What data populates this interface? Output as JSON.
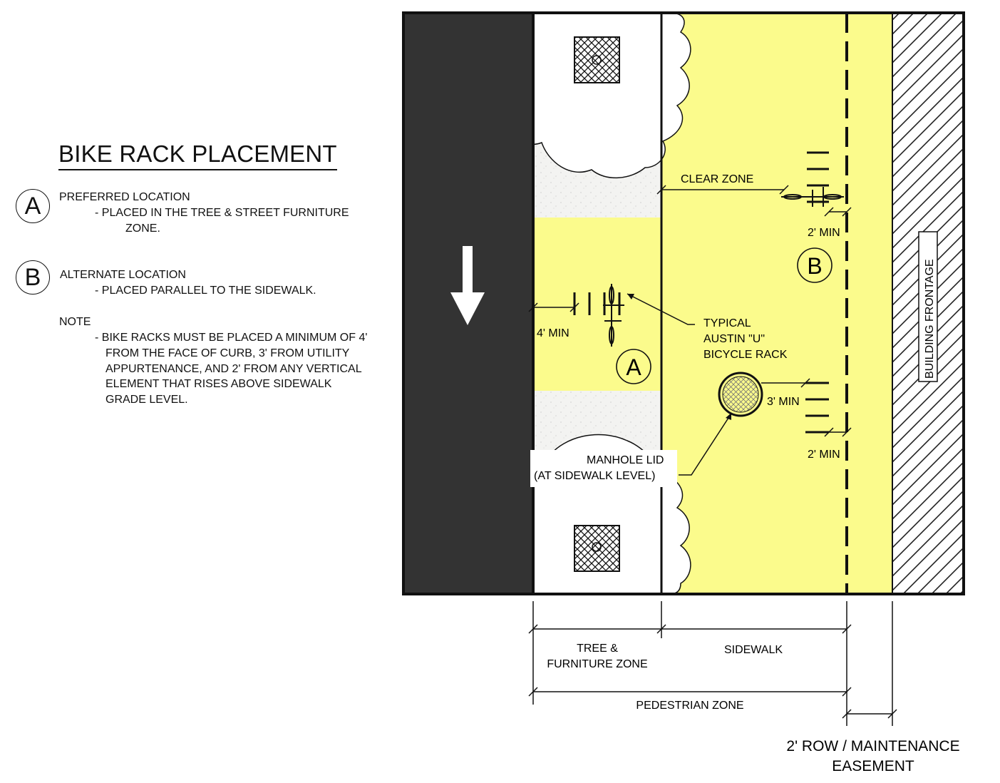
{
  "legend": {
    "title": "BIKE RACK PLACEMENT",
    "items": [
      {
        "marker": "A",
        "heading": "PREFERRED LOCATION",
        "lines": [
          "-  PLACED IN THE TREE & STREET FURNITURE",
          "ZONE."
        ]
      },
      {
        "marker": "B",
        "heading": "ALTERNATE LOCATION",
        "lines": [
          "-  PLACED PARALLEL TO THE SIDEWALK."
        ]
      }
    ],
    "note": {
      "heading": "NOTE",
      "lines": [
        "-  BIKE RACKS MUST BE PLACED A MINIMUM OF 4'",
        "FROM THE FACE OF CURB, 3' FROM UTILITY",
        "APPURTENANCE, AND 2' FROM ANY VERTICAL",
        "ELEMENT THAT RISES ABOVE SIDEWALK",
        "GRADE LEVEL."
      ]
    }
  },
  "plan": {
    "colors": {
      "street": "#333333",
      "sidewalk": "#fbfb8c",
      "furniture": "#f1f1ef",
      "outline": "#111111"
    },
    "labels": {
      "clear_zone": "CLEAR ZONE",
      "two_min_top": "2' MIN",
      "two_min_bottom": "2' MIN",
      "marker_b": "B",
      "marker_a": "A",
      "four_min": "4' MIN",
      "three_min": "3' MIN",
      "typical_rack": [
        "TYPICAL",
        "AUSTIN \"U\"",
        "BICYCLE RACK"
      ],
      "manhole": [
        "MANHOLE LID",
        "(AT SIDEWALK LEVEL)"
      ],
      "building_frontage": "BUILDING  FRONTAGE"
    },
    "dimensions": {
      "tree_zone": [
        "TREE &",
        "FURNITURE ZONE"
      ],
      "sidewalk": "SIDEWALK",
      "pedestrian_zone": "PEDESTRIAN ZONE",
      "easement": [
        "2' ROW / MAINTENANCE",
        "EASEMENT"
      ]
    }
  }
}
